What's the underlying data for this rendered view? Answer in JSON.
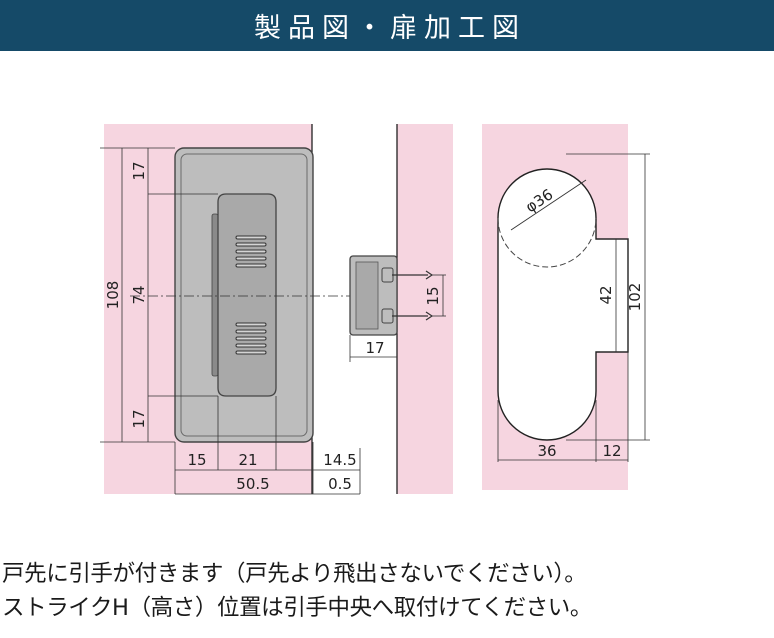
{
  "header": {
    "title": "製品図・扉加工図"
  },
  "colors": {
    "header_bg": "#154a68",
    "door_pink": "#f6d5e0",
    "product_gray": "#bdbdbd",
    "handle_gray": "#a9a9a9"
  },
  "dimensions": {
    "front_height_total": "108",
    "front_top": "17",
    "front_middle": "74",
    "front_bottom": "17",
    "width_left": "15",
    "width_handle": "21",
    "width_right": "14.5",
    "width_total": "50.5",
    "gap": "0.5",
    "strike_height": "15",
    "strike_depth": "17",
    "hole_diameter": "φ36",
    "hole_spacing": "42",
    "hole_total_height": "102",
    "hole_width": "36",
    "hole_offset": "12"
  },
  "notes": [
    "戸先に引手が付きます（戸先より飛出さないでください）。",
    "ストライクH（高さ）位置は引手中央へ取付けてください。"
  ]
}
